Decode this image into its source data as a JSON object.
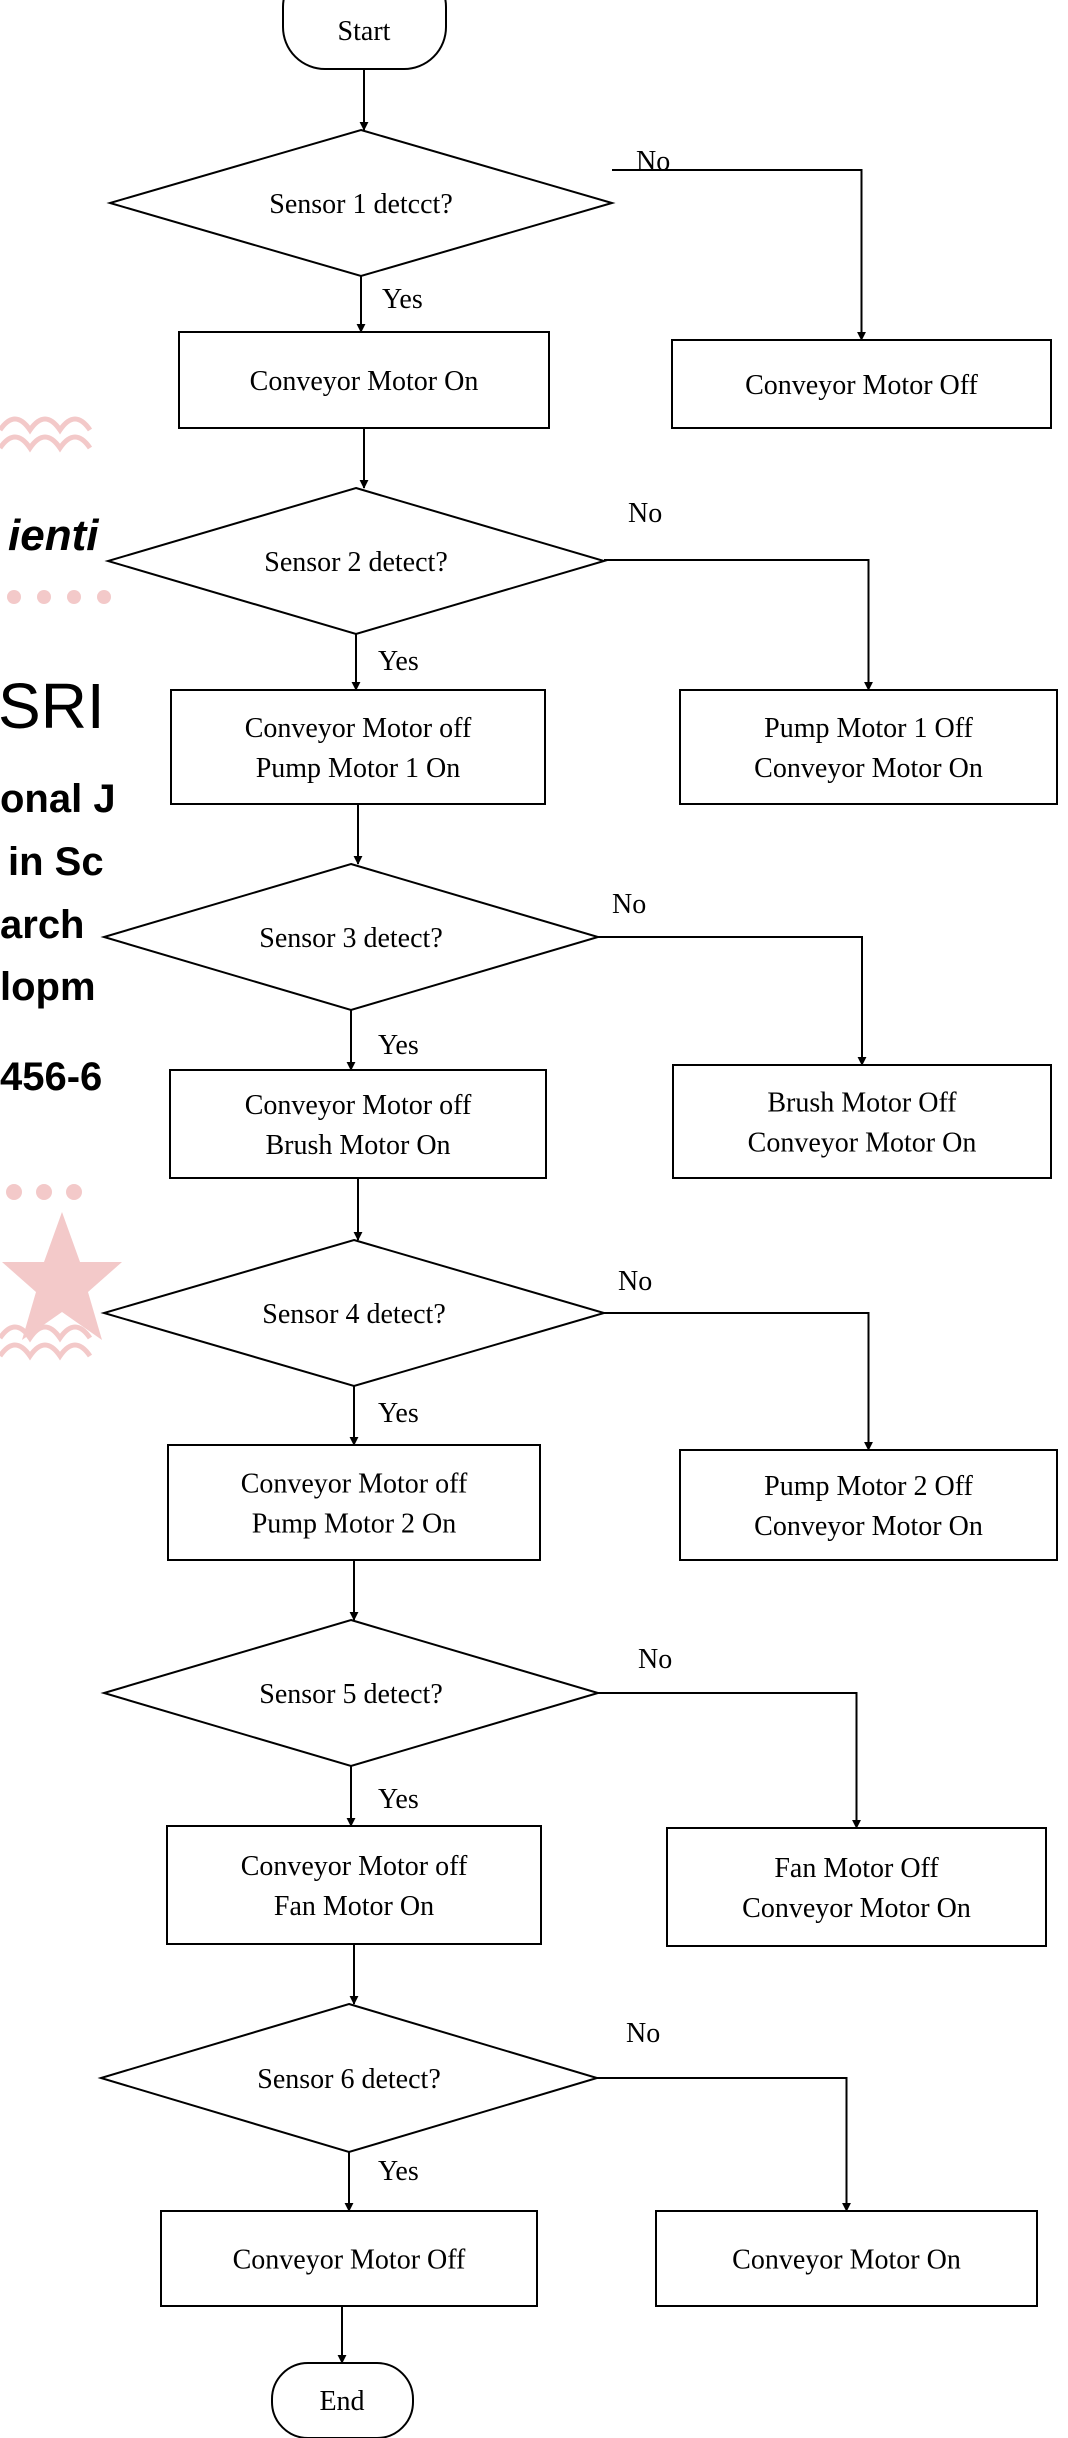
{
  "watermark": {
    "lines": [
      "ienti",
      "SRI",
      "onal J",
      "in Sc",
      "arch",
      "lopm",
      "456-6"
    ],
    "color": "#f3c9c9"
  },
  "flow": {
    "start": "Start",
    "end": "End",
    "yes_label": "Yes",
    "no_label": "No",
    "steps": [
      {
        "decision": "Sensor 1 detcct?",
        "yes_lines": [
          "Conveyor Motor On"
        ],
        "no_lines": [
          "Conveyor Motor Off"
        ]
      },
      {
        "decision": "Sensor 2 detect?",
        "yes_lines": [
          "Conveyor Motor off",
          "Pump Motor 1 On"
        ],
        "no_lines": [
          "Pump Motor 1 Off",
          "Conveyor Motor On"
        ]
      },
      {
        "decision": "Sensor 3 detect?",
        "yes_lines": [
          "Conveyor Motor off",
          "Brush Motor On"
        ],
        "no_lines": [
          "Brush Motor Off",
          "Conveyor Motor On"
        ]
      },
      {
        "decision": "Sensor 4 detect?",
        "yes_lines": [
          "Conveyor Motor off",
          "Pump Motor 2 On"
        ],
        "no_lines": [
          "Pump Motor 2 Off",
          "Conveyor Motor On"
        ]
      },
      {
        "decision": "Sensor 5 detect?",
        "yes_lines": [
          "Conveyor Motor off",
          "Fan Motor On"
        ],
        "no_lines": [
          "Fan Motor Off",
          "Conveyor Motor On"
        ]
      },
      {
        "decision": "Sensor 6 detect?",
        "yes_lines": [
          "Conveyor Motor Off"
        ],
        "no_lines": [
          "Conveyor Motor On"
        ]
      }
    ]
  }
}
